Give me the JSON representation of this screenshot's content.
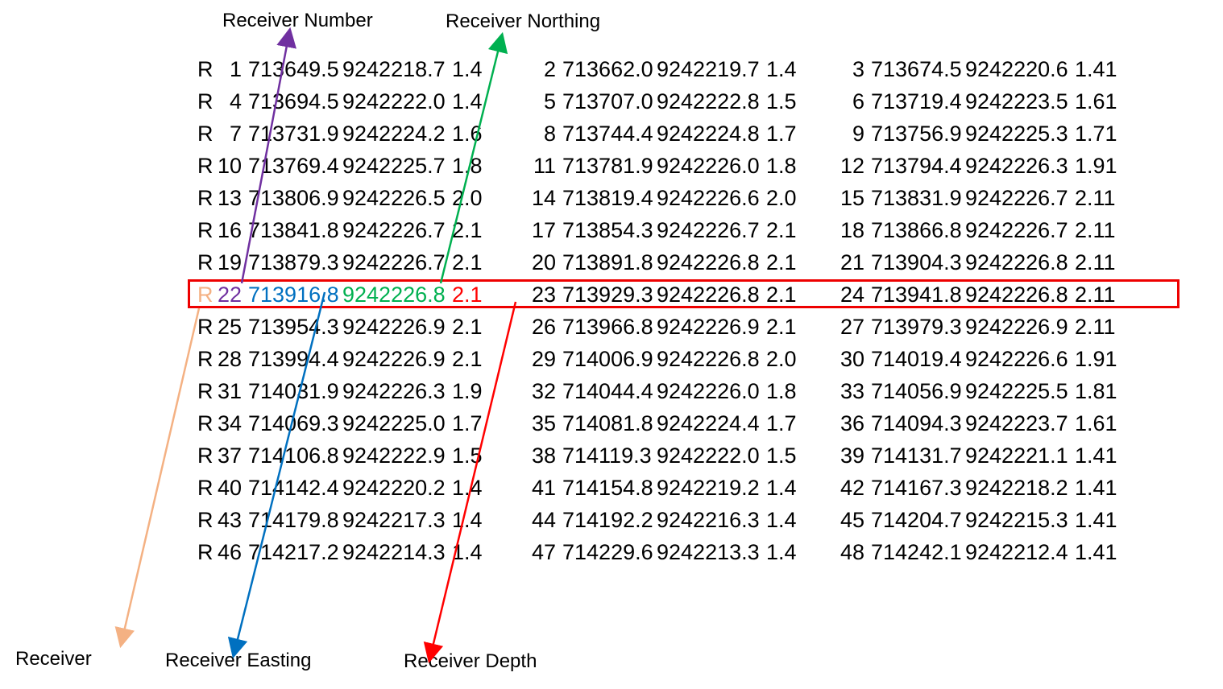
{
  "labels": {
    "receiver_number": "Receiver Number",
    "receiver_northing": "Receiver Northing",
    "receiver": "Receiver",
    "receiver_easting": "Receiver Easting",
    "receiver_depth": "Receiver Depth"
  },
  "colors": {
    "receiver": "#f4b183",
    "number": "#7030a0",
    "easting": "#0070c0",
    "northing": "#00b050",
    "depth": "#ff0000",
    "highlight_box": "#ee0000"
  },
  "highlighted_row_index": 7,
  "rows": [
    {
      "prefix": "R",
      "records": [
        {
          "n": "1",
          "e": "713649.5",
          "nn": "9242218.7",
          "d": "1.4"
        },
        {
          "n": "2",
          "e": "713662.0",
          "nn": "9242219.7",
          "d": "1.4"
        },
        {
          "n": "3",
          "e": "713674.5",
          "nn": "9242220.6",
          "d": "1.41"
        }
      ]
    },
    {
      "prefix": "R",
      "records": [
        {
          "n": "4",
          "e": "713694.5",
          "nn": "9242222.0",
          "d": "1.4"
        },
        {
          "n": "5",
          "e": "713707.0",
          "nn": "9242222.8",
          "d": "1.5"
        },
        {
          "n": "6",
          "e": "713719.4",
          "nn": "9242223.5",
          "d": "1.61"
        }
      ]
    },
    {
      "prefix": "R",
      "records": [
        {
          "n": "7",
          "e": "713731.9",
          "nn": "9242224.2",
          "d": "1.6"
        },
        {
          "n": "8",
          "e": "713744.4",
          "nn": "9242224.8",
          "d": "1.7"
        },
        {
          "n": "9",
          "e": "713756.9",
          "nn": "9242225.3",
          "d": "1.71"
        }
      ]
    },
    {
      "prefix": "R",
      "records": [
        {
          "n": "10",
          "e": "713769.4",
          "nn": "9242225.7",
          "d": "1.8"
        },
        {
          "n": "11",
          "e": "713781.9",
          "nn": "9242226.0",
          "d": "1.8"
        },
        {
          "n": "12",
          "e": "713794.4",
          "nn": "9242226.3",
          "d": "1.91"
        }
      ]
    },
    {
      "prefix": "R",
      "records": [
        {
          "n": "13",
          "e": "713806.9",
          "nn": "9242226.5",
          "d": "2.0"
        },
        {
          "n": "14",
          "e": "713819.4",
          "nn": "9242226.6",
          "d": "2.0"
        },
        {
          "n": "15",
          "e": "713831.9",
          "nn": "9242226.7",
          "d": "2.11"
        }
      ]
    },
    {
      "prefix": "R",
      "records": [
        {
          "n": "16",
          "e": "713841.8",
          "nn": "9242226.7",
          "d": "2.1"
        },
        {
          "n": "17",
          "e": "713854.3",
          "nn": "9242226.7",
          "d": "2.1"
        },
        {
          "n": "18",
          "e": "713866.8",
          "nn": "9242226.7",
          "d": "2.11"
        }
      ]
    },
    {
      "prefix": "R",
      "records": [
        {
          "n": "19",
          "e": "713879.3",
          "nn": "9242226.7",
          "d": "2.1"
        },
        {
          "n": "20",
          "e": "713891.8",
          "nn": "9242226.8",
          "d": "2.1"
        },
        {
          "n": "21",
          "e": "713904.3",
          "nn": "9242226.8",
          "d": "2.11"
        }
      ]
    },
    {
      "prefix": "R",
      "records": [
        {
          "n": "22",
          "e": "713916.8",
          "nn": "9242226.8",
          "d": "2.1"
        },
        {
          "n": "23",
          "e": "713929.3",
          "nn": "9242226.8",
          "d": "2.1"
        },
        {
          "n": "24",
          "e": "713941.8",
          "nn": "9242226.8",
          "d": "2.11"
        }
      ]
    },
    {
      "prefix": "R",
      "records": [
        {
          "n": "25",
          "e": "713954.3",
          "nn": "9242226.9",
          "d": "2.1"
        },
        {
          "n": "26",
          "e": "713966.8",
          "nn": "9242226.9",
          "d": "2.1"
        },
        {
          "n": "27",
          "e": "713979.3",
          "nn": "9242226.9",
          "d": "2.11"
        }
      ]
    },
    {
      "prefix": "R",
      "records": [
        {
          "n": "28",
          "e": "713994.4",
          "nn": "9242226.9",
          "d": "2.1"
        },
        {
          "n": "29",
          "e": "714006.9",
          "nn": "9242226.8",
          "d": "2.0"
        },
        {
          "n": "30",
          "e": "714019.4",
          "nn": "9242226.6",
          "d": "1.91"
        }
      ]
    },
    {
      "prefix": "R",
      "records": [
        {
          "n": "31",
          "e": "714031.9",
          "nn": "9242226.3",
          "d": "1.9"
        },
        {
          "n": "32",
          "e": "714044.4",
          "nn": "9242226.0",
          "d": "1.8"
        },
        {
          "n": "33",
          "e": "714056.9",
          "nn": "9242225.5",
          "d": "1.81"
        }
      ]
    },
    {
      "prefix": "R",
      "records": [
        {
          "n": "34",
          "e": "714069.3",
          "nn": "9242225.0",
          "d": "1.7"
        },
        {
          "n": "35",
          "e": "714081.8",
          "nn": "9242224.4",
          "d": "1.7"
        },
        {
          "n": "36",
          "e": "714094.3",
          "nn": "9242223.7",
          "d": "1.61"
        }
      ]
    },
    {
      "prefix": "R",
      "records": [
        {
          "n": "37",
          "e": "714106.8",
          "nn": "9242222.9",
          "d": "1.5"
        },
        {
          "n": "38",
          "e": "714119.3",
          "nn": "9242222.0",
          "d": "1.5"
        },
        {
          "n": "39",
          "e": "714131.7",
          "nn": "9242221.1",
          "d": "1.41"
        }
      ]
    },
    {
      "prefix": "R",
      "records": [
        {
          "n": "40",
          "e": "714142.4",
          "nn": "9242220.2",
          "d": "1.4"
        },
        {
          "n": "41",
          "e": "714154.8",
          "nn": "9242219.2",
          "d": "1.4"
        },
        {
          "n": "42",
          "e": "714167.3",
          "nn": "9242218.2",
          "d": "1.41"
        }
      ]
    },
    {
      "prefix": "R",
      "records": [
        {
          "n": "43",
          "e": "714179.8",
          "nn": "9242217.3",
          "d": "1.4"
        },
        {
          "n": "44",
          "e": "714192.2",
          "nn": "9242216.3",
          "d": "1.4"
        },
        {
          "n": "45",
          "e": "714204.7",
          "nn": "9242215.3",
          "d": "1.41"
        }
      ]
    },
    {
      "prefix": "R",
      "records": [
        {
          "n": "46",
          "e": "714217.2",
          "nn": "9242214.3",
          "d": "1.4"
        },
        {
          "n": "47",
          "e": "714229.6",
          "nn": "9242213.3",
          "d": "1.4"
        },
        {
          "n": "48",
          "e": "714242.1",
          "nn": "9242212.4",
          "d": "1.41"
        }
      ]
    }
  ]
}
